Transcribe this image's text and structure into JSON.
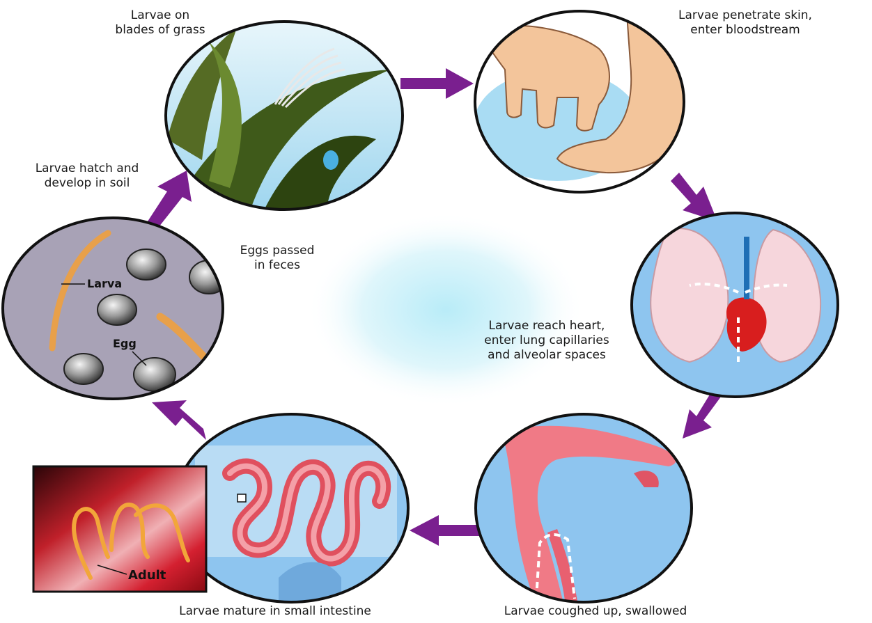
{
  "stages": {
    "grass": {
      "lines": [
        "Larvae on",
        "blades of grass"
      ]
    },
    "skin": {
      "lines": [
        "Larvae penetrate skin,",
        "enter bloodstream"
      ]
    },
    "heart": {
      "lines": [
        "Larvae reach heart,",
        "enter lung capillaries",
        "and alveolar spaces"
      ]
    },
    "cough": {
      "lines": [
        "Larvae coughed up, swallowed"
      ]
    },
    "intestine": {
      "lines": [
        "Larvae mature in small intestine"
      ]
    },
    "eggs": {
      "lines": [
        "Eggs passed",
        "in feces"
      ]
    },
    "hatch": {
      "lines": [
        "Larvae hatch and",
        "develop in soil"
      ]
    }
  },
  "labels": {
    "larva": "Larva",
    "egg": "Egg",
    "adult": "Adult"
  },
  "colors": {
    "arrow": "#7a1f8f",
    "circle_outline": "#111111",
    "body_blue": "#8ec5ef",
    "tissue_pink": "#f08080",
    "grass_green": "#3f5a1a"
  }
}
